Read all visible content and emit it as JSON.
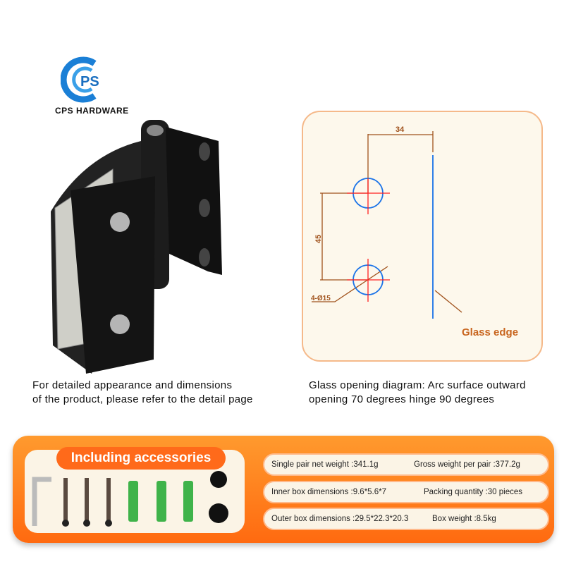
{
  "brand": {
    "logo_letters": "CPS",
    "name": "CPS HARDWARE"
  },
  "captions": {
    "left_line1": "For detailed appearance and dimensions",
    "left_line2": "of the product, please refer to the detail page",
    "right_line1": "Glass opening diagram: Arc surface outward",
    "right_line2": "opening 70 degrees hinge 90 degrees"
  },
  "diagram": {
    "dim_horizontal": "34",
    "dim_vertical": "45",
    "hole_label": "4-Ø15",
    "glass_edge_label": "Glass edge"
  },
  "accessories": {
    "label": "Including accessories"
  },
  "specs": [
    {
      "left": "Single pair net weight :341.1g",
      "right": "Gross weight per pair :377.2g"
    },
    {
      "left": "Inner box dimensions :9.6*5.6*7",
      "right": "Packing quantity :30 pieces"
    },
    {
      "left": "Outer box dimensions :29.5*22.3*20.3",
      "right": "Box weight :8.5kg"
    }
  ],
  "colors": {
    "orange": "#ff7a1a",
    "drawing_brown": "#a0521c",
    "blue": "#1a73e8",
    "red": "#ff2020"
  }
}
